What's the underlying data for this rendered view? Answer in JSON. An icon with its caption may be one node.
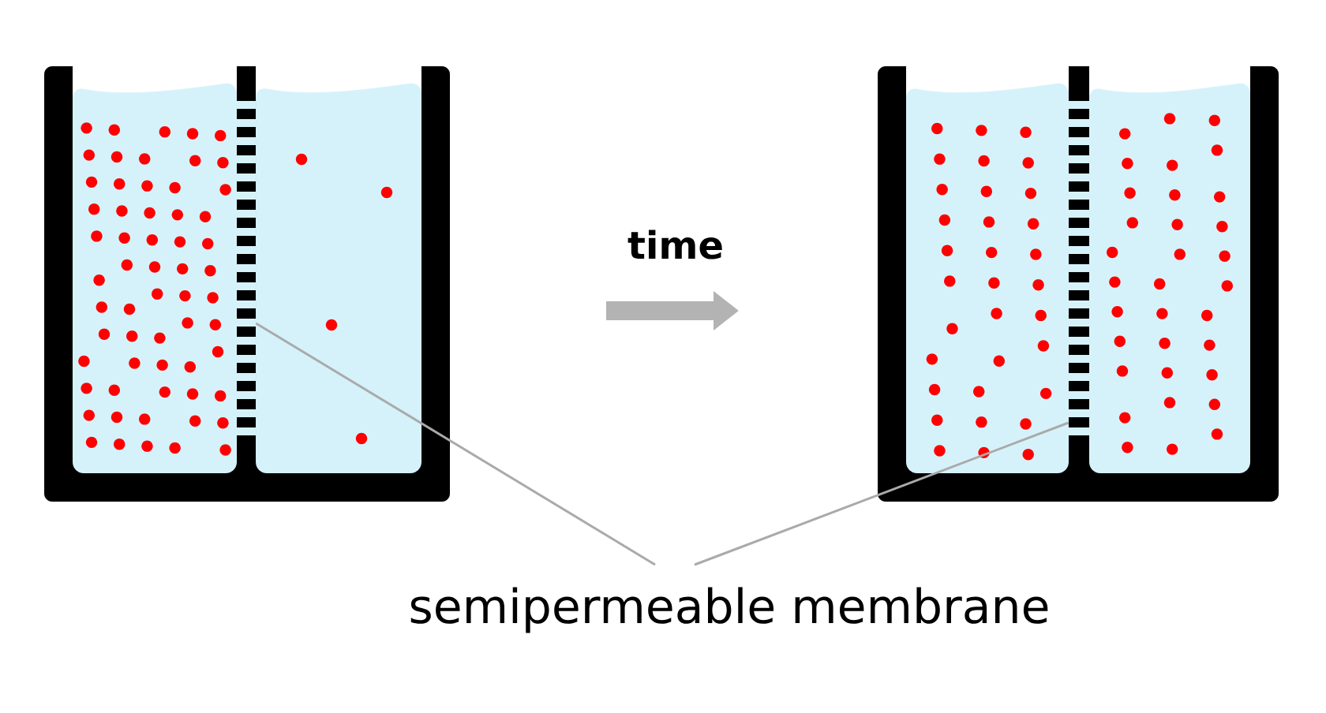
{
  "diagram": {
    "nodes": [
      {
        "text": [],
        "shape": "box"
      },
      {
        "text": [],
        "shape": "bar",
        "in": 0
      },
      {
        "text": [],
        "shape": "box"
      },
      {
        "text": [],
        "shape": "bar",
        "in": 2
      },
      {
        "text": [
          "semipermeable membrane"
        ]
      }
    ],
    "edges": [
      {
        "from": 4,
        "to": 1,
        "arrow": "none"
      },
      {
        "from": 4,
        "to": 3,
        "arrow": "none"
      }
    ],
    "labels": [
      "time"
    ]
  }
}
